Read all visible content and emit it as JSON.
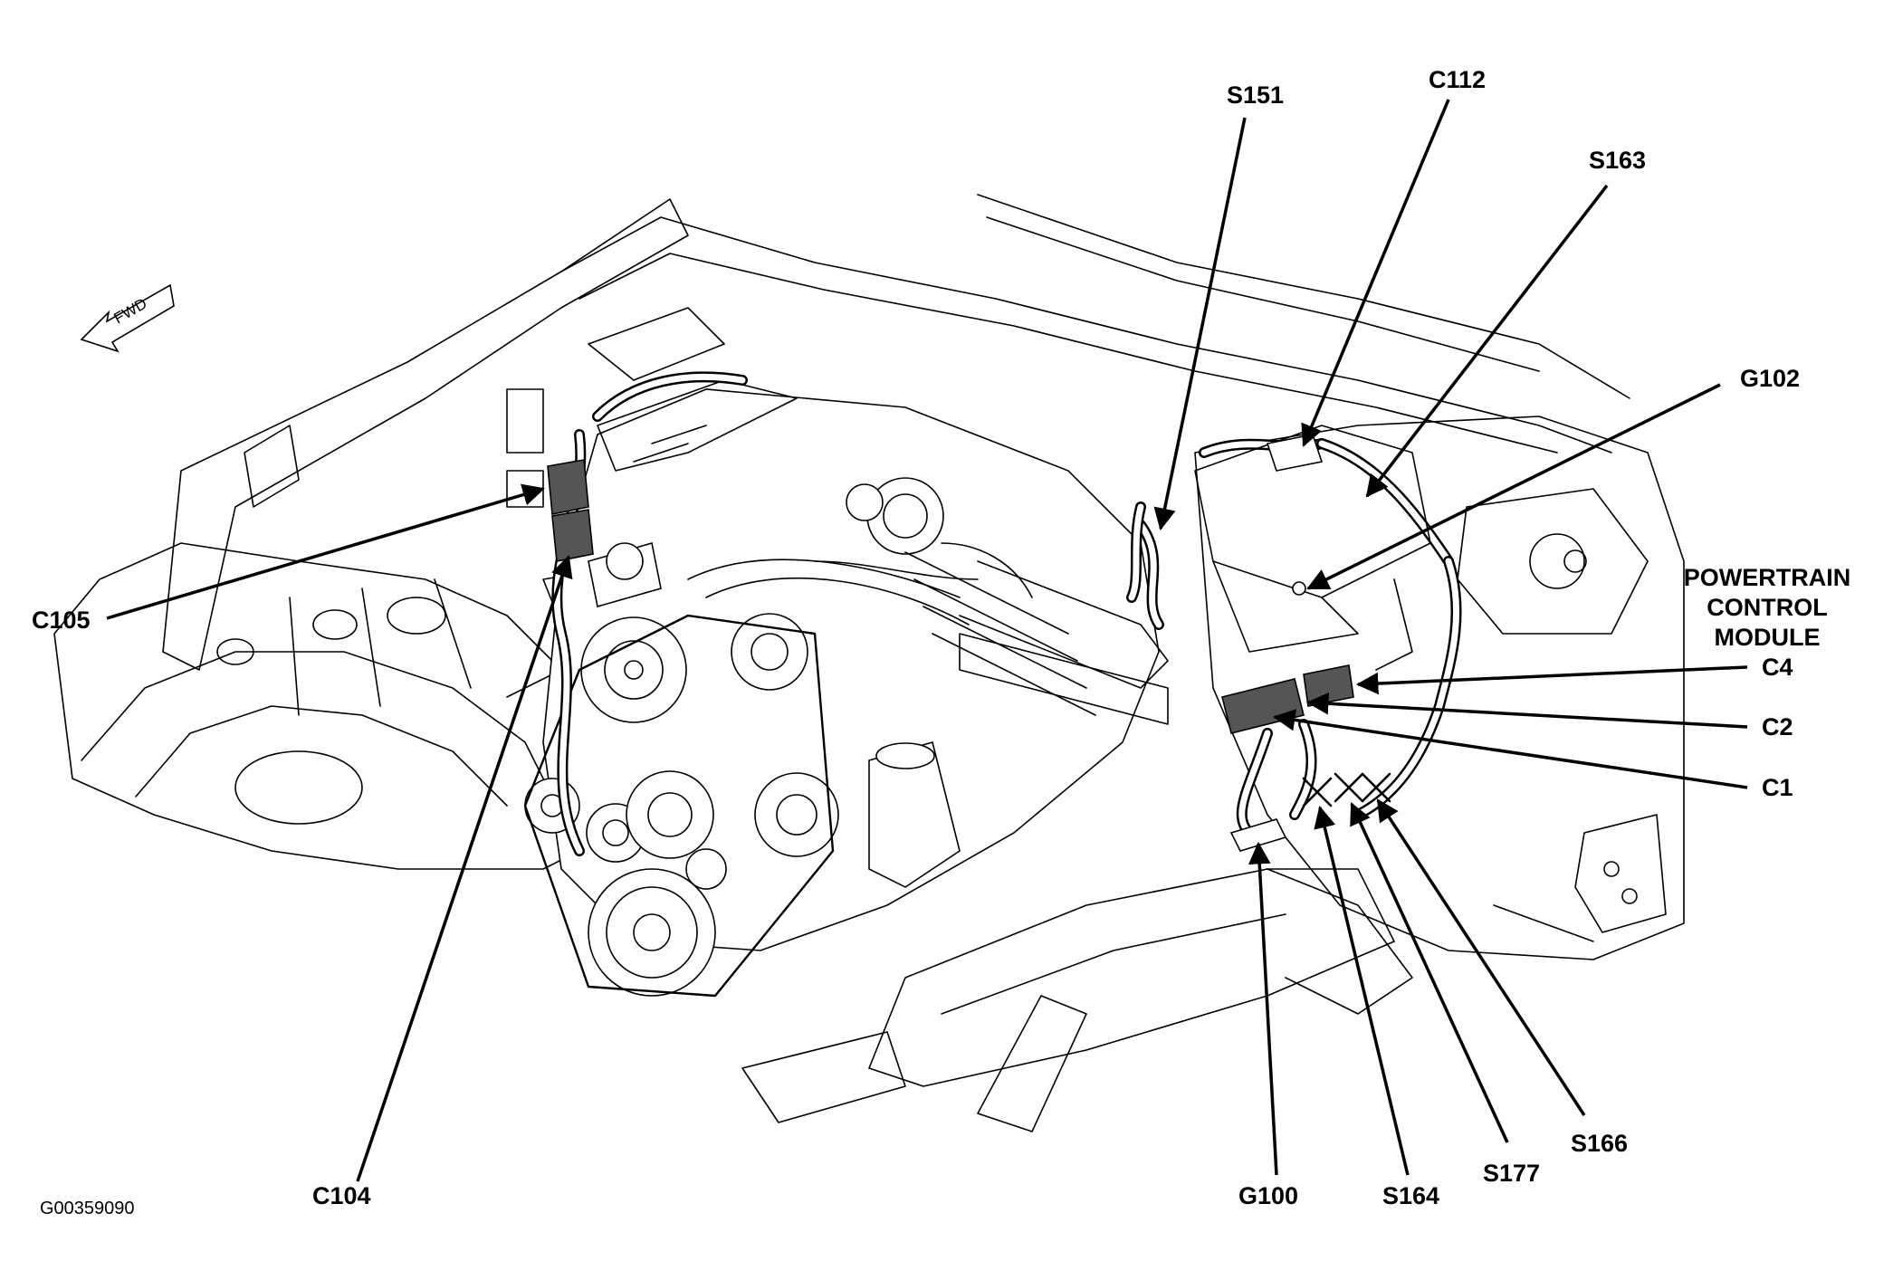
{
  "figure": {
    "id": "G00359090"
  },
  "orientation": {
    "text": "FWD"
  },
  "module": {
    "lines": [
      "POWERTRAIN",
      "CONTROL",
      "MODULE"
    ]
  },
  "callouts": {
    "S151": "S151",
    "C112": "C112",
    "S163": "S163",
    "G102": "G102",
    "C4": "C4",
    "C2": "C2",
    "C1": "C1",
    "C105": "C105",
    "C104": "C104",
    "G100": "G100",
    "S164": "S164",
    "S177": "S177",
    "S166": "S166"
  }
}
